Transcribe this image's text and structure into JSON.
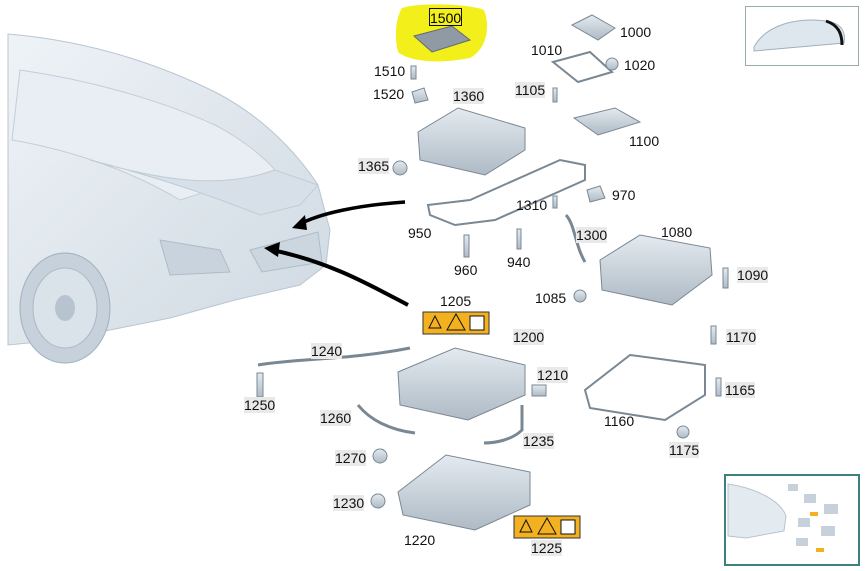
{
  "selected_part": "1500",
  "parts": [
    {
      "id": "p1000",
      "num": "1000"
    },
    {
      "id": "p1010",
      "num": "1010"
    },
    {
      "id": "p1020",
      "num": "1020"
    },
    {
      "id": "p1510",
      "num": "1510"
    },
    {
      "id": "p1520",
      "num": "1520"
    },
    {
      "id": "p1360",
      "num": "1360"
    },
    {
      "id": "p1105",
      "num": "1105"
    },
    {
      "id": "p1100",
      "num": "1100"
    },
    {
      "id": "p1365",
      "num": "1365"
    },
    {
      "id": "p970",
      "num": "970"
    },
    {
      "id": "p1310",
      "num": "1310"
    },
    {
      "id": "p950",
      "num": "950"
    },
    {
      "id": "p1300",
      "num": "1300"
    },
    {
      "id": "p1080",
      "num": "1080"
    },
    {
      "id": "p960",
      "num": "960"
    },
    {
      "id": "p940",
      "num": "940"
    },
    {
      "id": "p1090",
      "num": "1090"
    },
    {
      "id": "p1085",
      "num": "1085"
    },
    {
      "id": "p1205",
      "num": "1205"
    },
    {
      "id": "p1240",
      "num": "1240"
    },
    {
      "id": "p1200",
      "num": "1200"
    },
    {
      "id": "p1170",
      "num": "1170"
    },
    {
      "id": "p1210",
      "num": "1210"
    },
    {
      "id": "p1250",
      "num": "1250"
    },
    {
      "id": "p1165",
      "num": "1165"
    },
    {
      "id": "p1260",
      "num": "1260"
    },
    {
      "id": "p1160",
      "num": "1160"
    },
    {
      "id": "p1235",
      "num": "1235"
    },
    {
      "id": "p1175",
      "num": "1175"
    },
    {
      "id": "p1270",
      "num": "1270"
    },
    {
      "id": "p1230",
      "num": "1230"
    },
    {
      "id": "p1220",
      "num": "1220"
    },
    {
      "id": "p1225",
      "num": "1225"
    }
  ],
  "colors": {
    "highlight": "#f2ef1a",
    "part_fill": "#c9d3dc",
    "part_stroke": "#7a8894",
    "car_fill": "#dfe7ee",
    "warning": "#f3b01f",
    "arrow": "#000000",
    "label_bg": "#e9e9e9"
  },
  "icons": [
    "warning-triangle-icon",
    "electric-shock-icon",
    "manual-icon"
  ]
}
